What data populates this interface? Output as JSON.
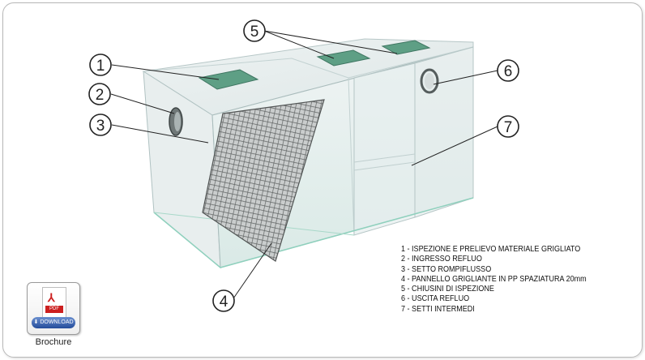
{
  "callouts": [
    {
      "id": "1"
    },
    {
      "id": "2"
    },
    {
      "id": "3"
    },
    {
      "id": "4"
    },
    {
      "id": "5"
    },
    {
      "id": "6"
    },
    {
      "id": "7"
    }
  ],
  "callout_labels": {
    "c1": "1",
    "c2": "2",
    "c3": "3",
    "c4": "4",
    "c5": "5",
    "c6": "6",
    "c7": "7"
  },
  "legend": [
    "1 - ISPEZIONE E PRELIEVO MATERIALE GRIGLIATO",
    "2 - INGRESSO REFLUO",
    "3 - SETTO ROMPIFLUSSO",
    "4 - PANNELLO GRIGLIANTE IN PP SPAZIATURA  20mm",
    "5 - CHIUSINI DI ISPEZIONE",
    "6 - USCITA REFLUO",
    "7 - SETTI INTERMEDI"
  ],
  "download": {
    "pdf_logo": "⅄",
    "pdf_tag": "PDF",
    "button_label": "DOWNLOAD",
    "caption": "Brochure"
  },
  "colors": {
    "glass": "#e4ecec",
    "glass_edge": "#a9bcbc",
    "cover": "#5e9f85",
    "pdf_red": "#cc1f1f",
    "button_blue": "#2f5aa8"
  },
  "icons": [
    "pdf-icon",
    "download-arrow-icon"
  ]
}
